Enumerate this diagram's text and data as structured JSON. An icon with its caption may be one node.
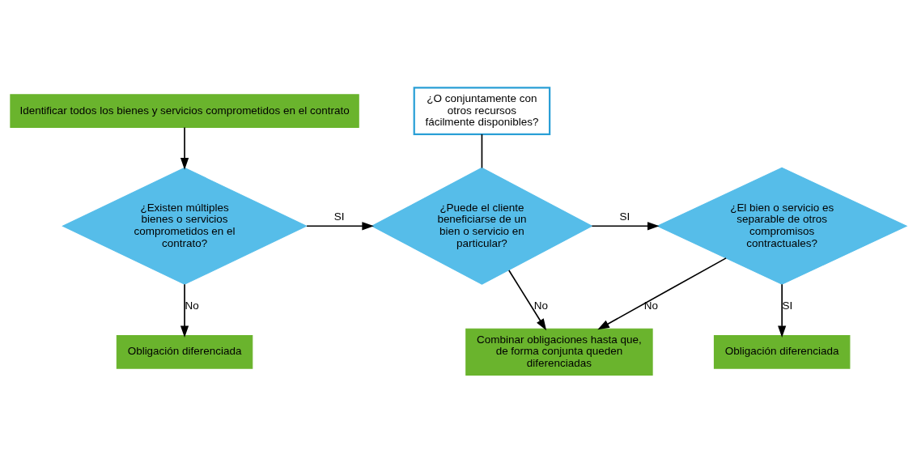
{
  "diagram": {
    "nodes": [
      {
        "text": [
          "Identificar todos los bienes y servicios comprometidos en el contrato"
        ]
      },
      {
        "text": [
          "¿Existen múltiples bienes o servicios comprometidos en el contrato?"
        ]
      },
      {
        "text": [
          "¿Puede el cliente beneficiarse de un bien o servicio en particular?"
        ]
      },
      {
        "text": [
          "¿O conjuntamente con otros recursos fácilmente disponibles?"
        ]
      },
      {
        "text": [
          "¿El bien o servicio es separable de otros compromisos contractuales?"
        ]
      },
      {
        "text": [
          "Obligación diferenciada"
        ]
      },
      {
        "text": [
          "Combinar obligaciones hasta que, de forma conjunta queden diferenciadas"
        ]
      },
      {
        "text": [
          "Obligación diferenciada"
        ]
      }
    ],
    "edges": [
      {
        "from": 0,
        "to": 1,
        "arrow": "to"
      },
      {
        "from": 1,
        "to": 2,
        "arrow": "to",
        "label": "SI"
      },
      {
        "from": 2,
        "to": 4,
        "arrow": "to",
        "label": "SI"
      },
      {
        "from": 3,
        "to": 2,
        "arrow": "none"
      },
      {
        "from": 1,
        "to": 5,
        "arrow": "to",
        "label": "No"
      },
      {
        "from": 2,
        "to": 6,
        "arrow": "to",
        "label": "No"
      },
      {
        "from": 4,
        "to": 6,
        "arrow": "to",
        "label": "No"
      },
      {
        "from": 4,
        "to": 7,
        "arrow": "to",
        "label": "SI"
      }
    ]
  }
}
